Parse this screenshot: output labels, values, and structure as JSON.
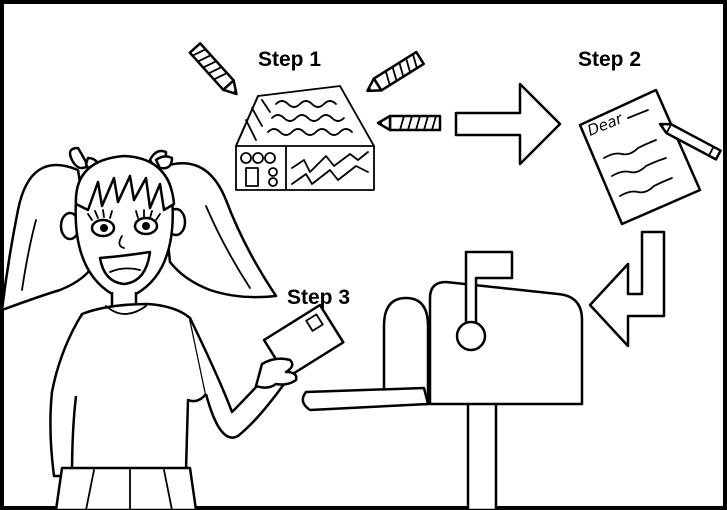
{
  "labels": {
    "step1": "Step 1",
    "step2": "Step 2",
    "step3": "Step 3",
    "letter_greeting": "Dear"
  },
  "icons": {
    "crayons": "crayon-icon",
    "house_drawing": "house-drawing-icon",
    "arrow_right": "arrow-right-icon",
    "letter": "letter-icon",
    "pencil": "pencil-icon",
    "arrow_down_left": "arrow-down-left-icon",
    "mailbox": "mailbox-icon",
    "envelope": "envelope-icon",
    "girl": "girl-figure"
  },
  "colors": {
    "ink": "#000000",
    "paper": "#ffffff"
  }
}
